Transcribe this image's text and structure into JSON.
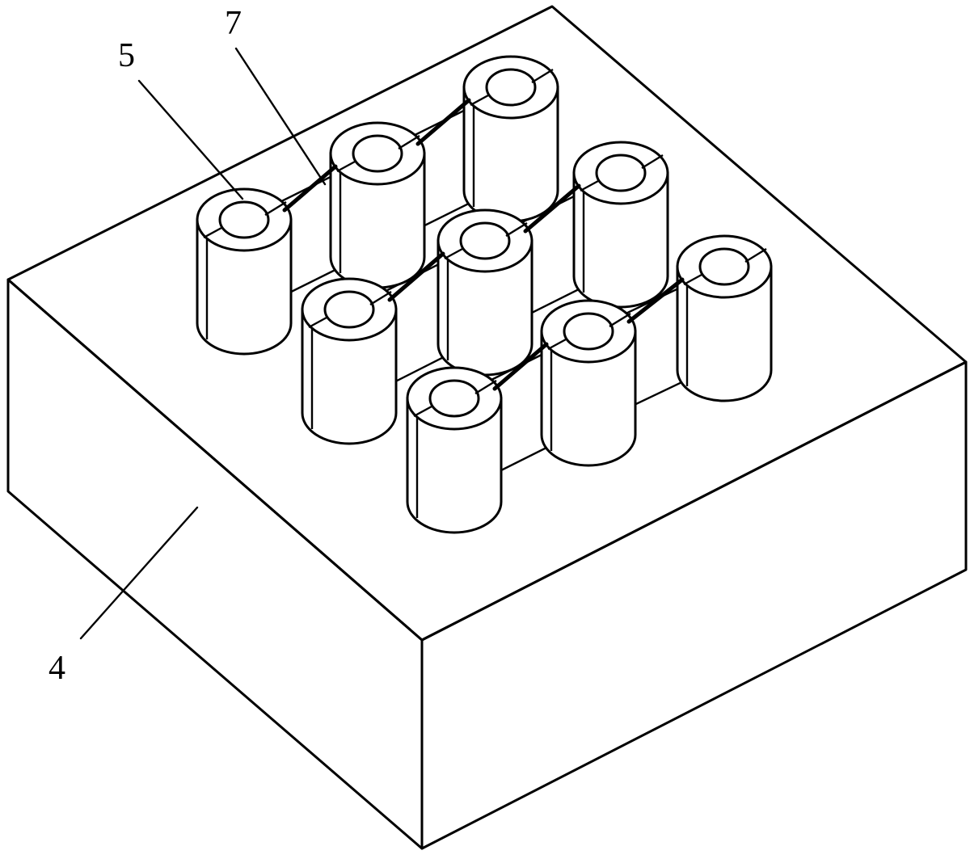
{
  "labels": {
    "part_5": "5",
    "part_7": "7",
    "part_4": "4"
  },
  "colors": {
    "line": "#000000",
    "background": "#ffffff"
  }
}
